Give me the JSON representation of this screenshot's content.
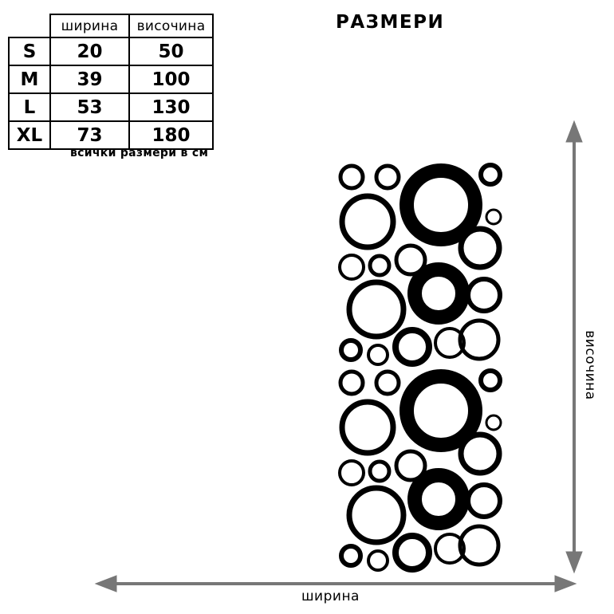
{
  "page_title": "РАЗМЕРИ",
  "table": {
    "headers": [
      "ширина",
      "височина"
    ],
    "rows": [
      {
        "size": "S",
        "width": "20",
        "height": "50"
      },
      {
        "size": "M",
        "width": "39",
        "height": "100"
      },
      {
        "size": "L",
        "width": "53",
        "height": "130"
      },
      {
        "size": "XL",
        "width": "73",
        "height": "180"
      }
    ],
    "note": "всички размери в см"
  },
  "dimension_labels": {
    "width": "ширина",
    "height": "височина"
  },
  "colors": {
    "ink": "#000000",
    "arrow": "#777777",
    "background": "#ffffff"
  }
}
